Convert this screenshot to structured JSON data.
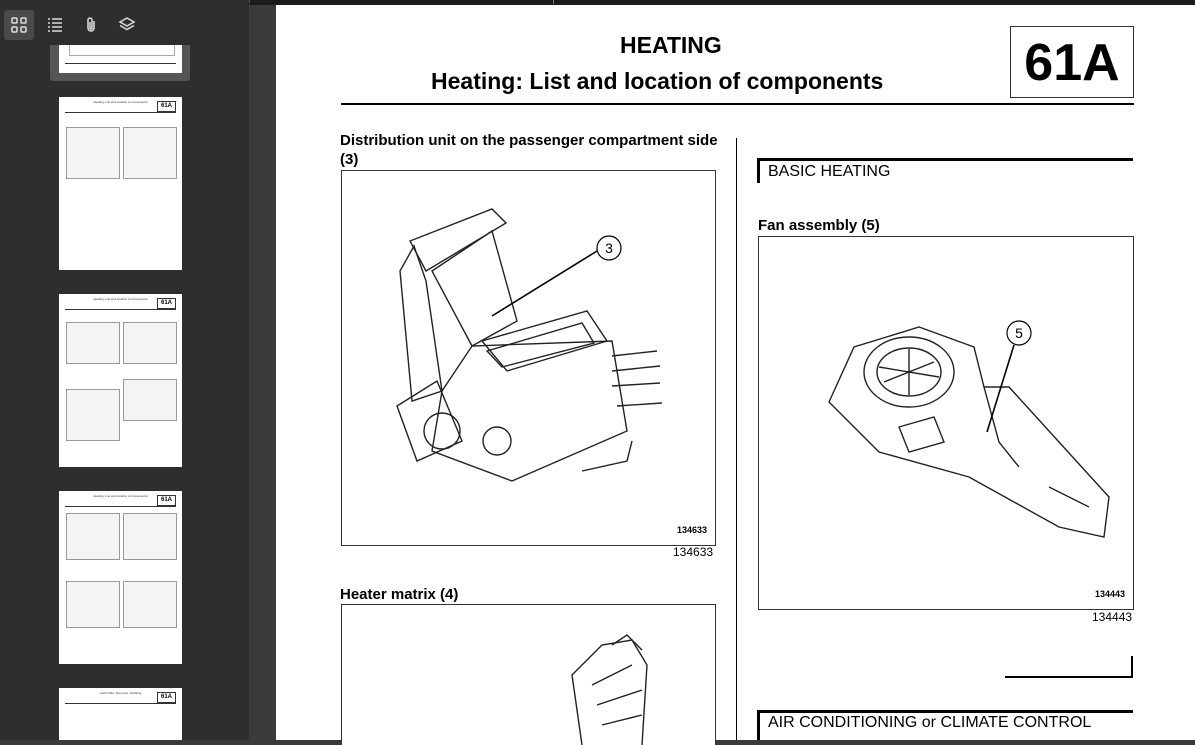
{
  "toolbar": {
    "buttons": [
      {
        "name": "thumbnails",
        "icon": "grid-icon"
      },
      {
        "name": "outline",
        "icon": "list-icon"
      },
      {
        "name": "attachments",
        "icon": "paperclip-icon"
      },
      {
        "name": "layers",
        "icon": "layers-icon"
      }
    ]
  },
  "thumbnails": [
    {
      "title": "Heating: List and location of components",
      "code": "61A"
    },
    {
      "title": "Heating: List and location of components",
      "code": "61A"
    },
    {
      "title": "Heating: List and location of components",
      "code": "61A"
    },
    {
      "title": "Cabin filter: Removal - Refitting",
      "code": "61A"
    }
  ],
  "page": {
    "title": "HEATING",
    "subtitle": "Heating: List and location of components",
    "code": "61A",
    "left": {
      "section1": "Distribution unit on the passenger compartment side (3)",
      "fig1_inner": "134633",
      "fig1_number": "134633",
      "callout1": "3",
      "section2": "Heater matrix (4)"
    },
    "right": {
      "band1": "BASIC HEATING",
      "section1": "Fan assembly (5)",
      "fig1_inner": "134443",
      "fig1_number": "134443",
      "callout1": "5",
      "band2": "AIR CONDITIONING or CLIMATE CONTROL"
    }
  },
  "colors": {
    "sidebar_bg": "#2e2e2e",
    "viewer_bg": "#3a3a3a",
    "page_bg": "#ffffff",
    "text": "#000000"
  }
}
